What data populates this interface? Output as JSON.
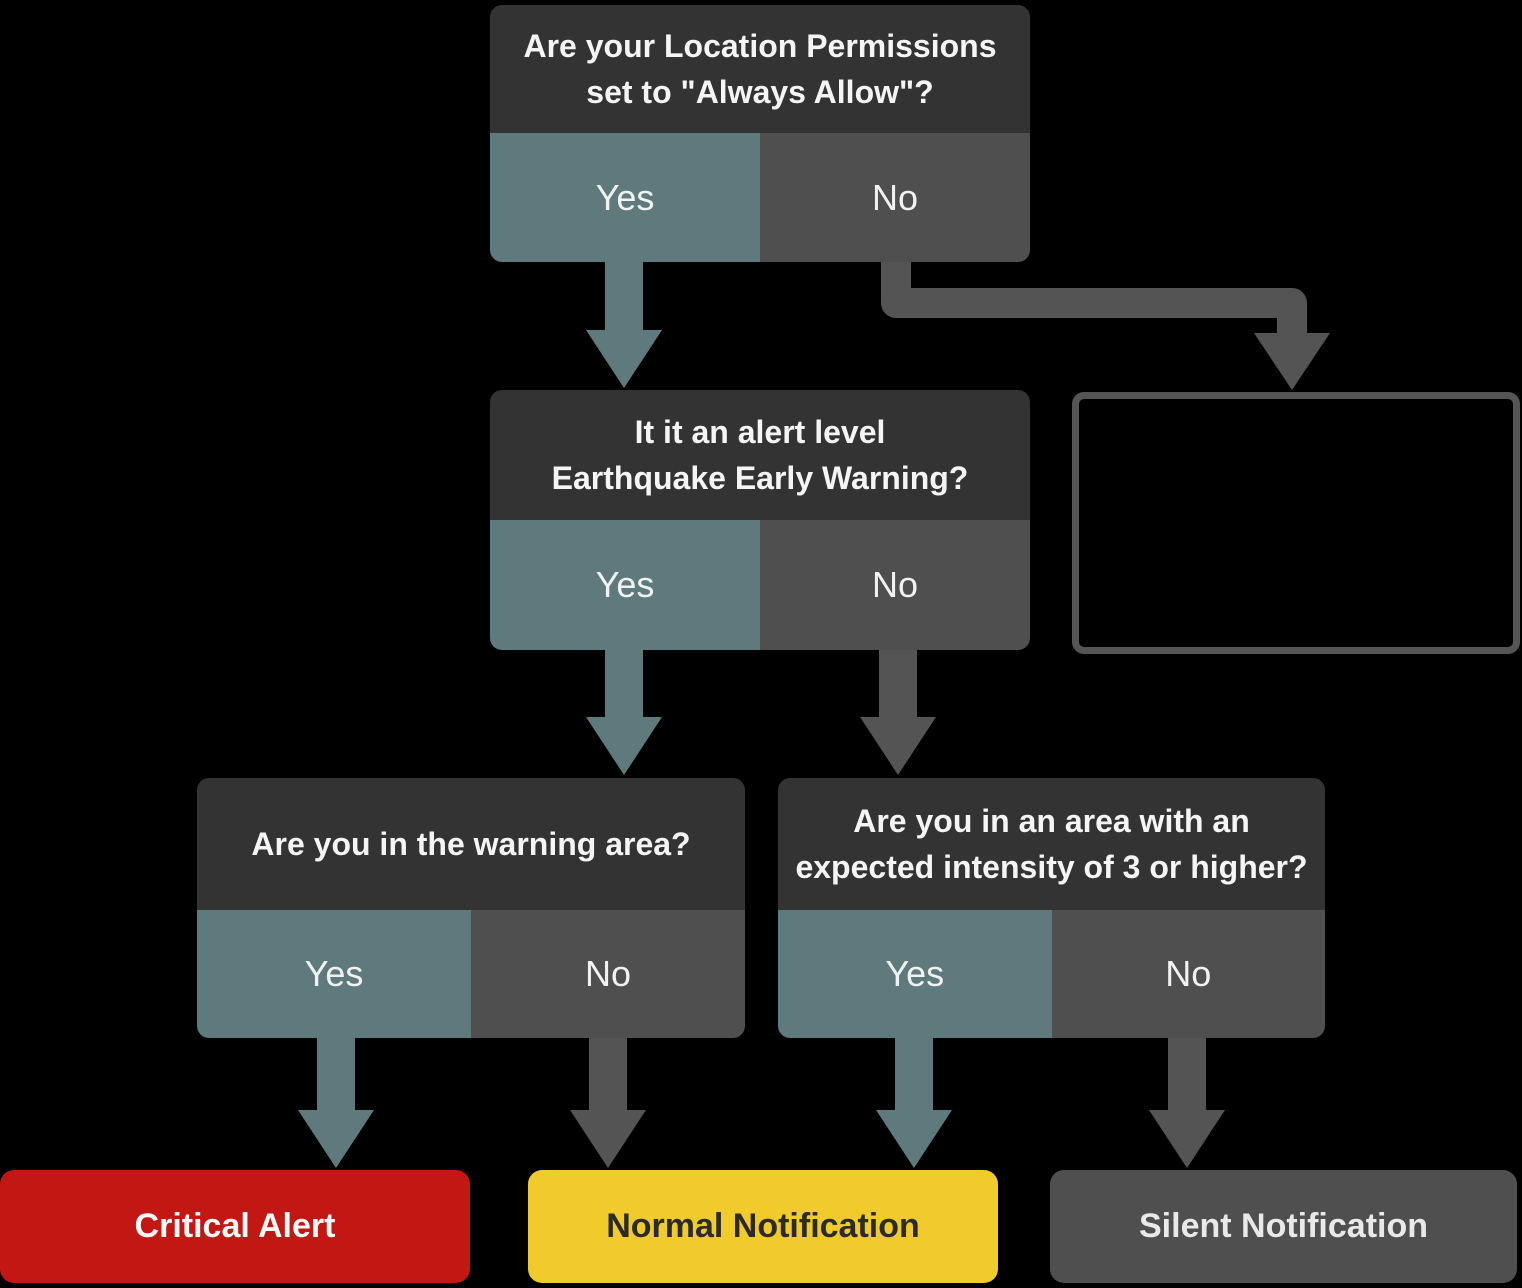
{
  "flowchart": {
    "q1": {
      "line1": "Are your Location Permissions",
      "line2": "set to \"Always Allow\"?",
      "yes": "Yes",
      "no": "No"
    },
    "q2": {
      "line1": "It it an alert level",
      "line2": "Earthquake Early Warning?",
      "yes": "Yes",
      "no": "No"
    },
    "q3": {
      "line1": "Are you in the warning area?",
      "yes": "Yes",
      "no": "No"
    },
    "q4": {
      "line1": "Are you in an area with an",
      "line2": "expected intensity of 3 or higher?",
      "yes": "Yes",
      "no": "No"
    },
    "results": {
      "critical": "Critical Alert",
      "normal": "Normal Notification",
      "silent": "Silent Notification"
    },
    "colors": {
      "background": "#000000",
      "question_bg": "#333333",
      "yes_bg": "#5e7a7c",
      "no_bg": "#4f4f4f",
      "arrow_yes": "#5e7a7c",
      "arrow_no": "#545454",
      "critical_bg": "#c21713",
      "normal_bg": "#f1ca2b",
      "silent_bg": "#4f4f4f",
      "note_border": "#555555"
    }
  }
}
